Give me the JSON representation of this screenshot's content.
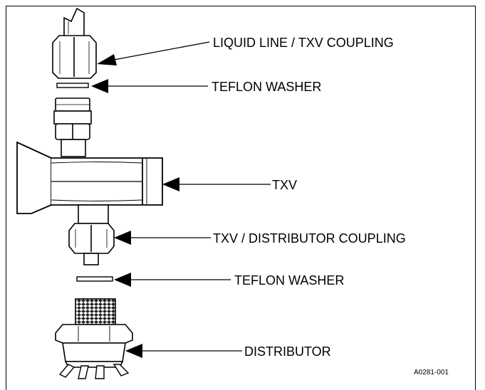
{
  "labels": {
    "liquid_line_coupling": "LIQUID LINE / TXV COUPLING",
    "teflon_washer_upper": "TEFLON WASHER",
    "txv": "TXV",
    "txv_distributor_coupling": "TXV / DISTRIBUTOR COUPLING",
    "teflon_washer_lower": "TEFLON WASHER",
    "distributor": "DISTRIBUTOR"
  },
  "figure_code": "A0281-001"
}
